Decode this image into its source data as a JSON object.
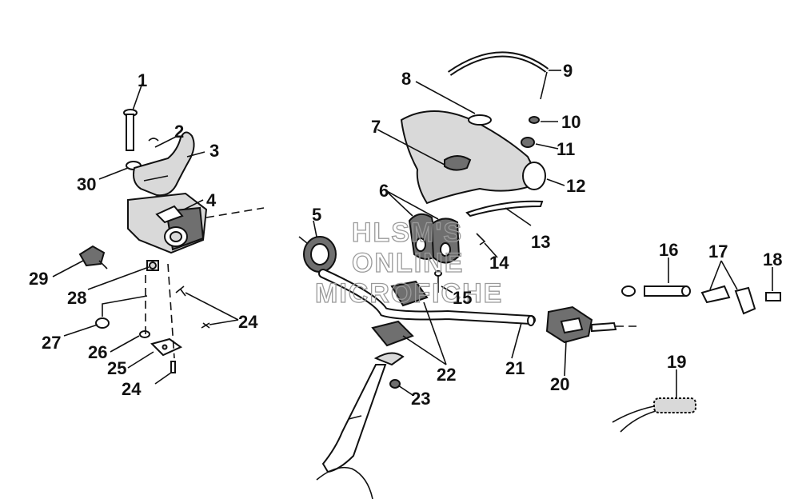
{
  "watermark": {
    "line1": "HLSM'S",
    "line2": "ONLINE",
    "line3": "MICROFICHE"
  },
  "callouts": {
    "c1": "1",
    "c2": "2",
    "c3": "3",
    "c4": "4",
    "c5": "5",
    "c6": "6",
    "c7": "7",
    "c8": "8",
    "c9": "9",
    "c10": "10",
    "c11": "11",
    "c12": "12",
    "c13": "13",
    "c14": "14",
    "c15": "15",
    "c16": "16",
    "c17": "17",
    "c18": "18",
    "c19": "19",
    "c20": "20",
    "c21": "21",
    "c22": "22",
    "c23": "23",
    "c24a": "24",
    "c24b": "24",
    "c25": "25",
    "c26": "26",
    "c27": "27",
    "c28": "28",
    "c29": "29",
    "c30": "30"
  }
}
